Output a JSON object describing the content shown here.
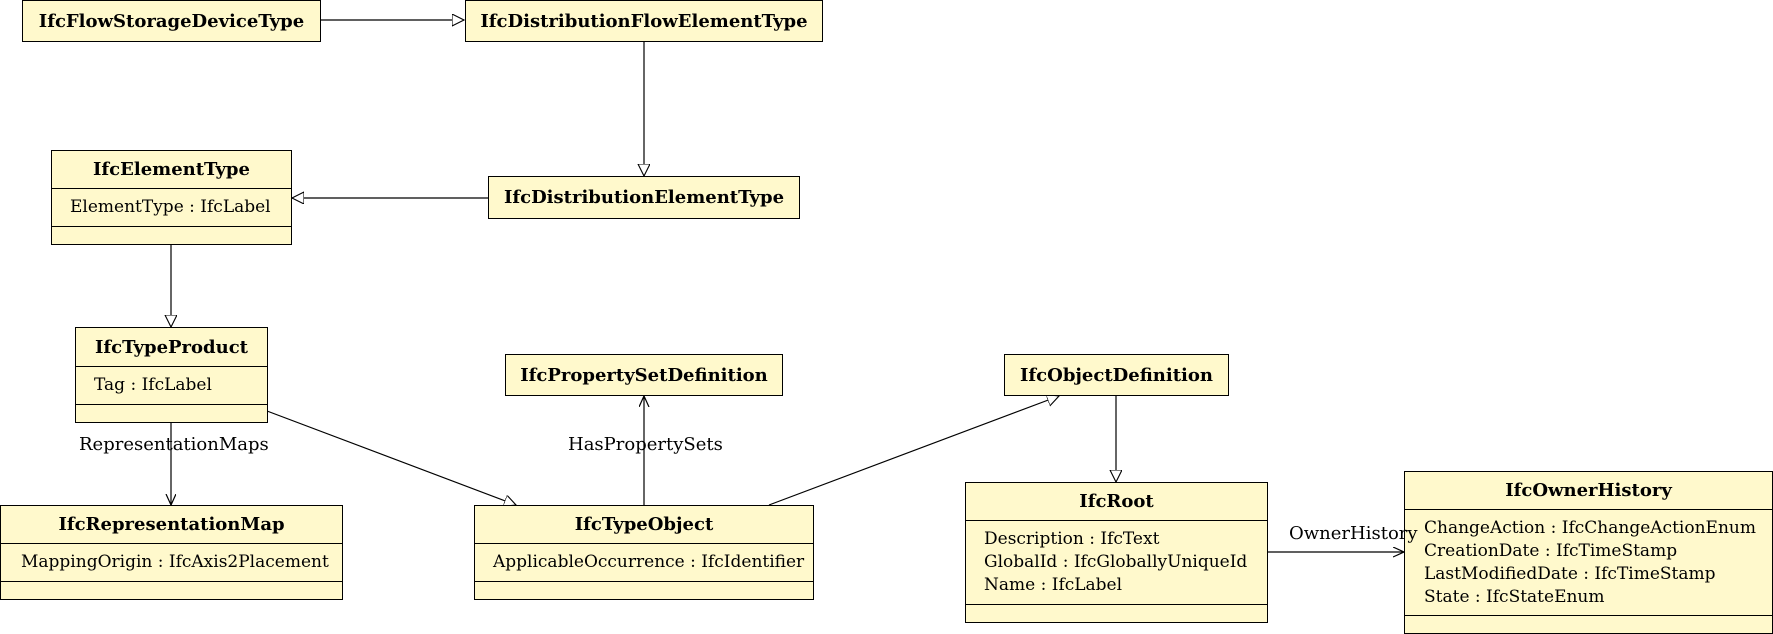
{
  "classes": {
    "flow_storage_device_type": {
      "name": "IfcFlowStorageDeviceType",
      "attributes": []
    },
    "distribution_flow_element_type": {
      "name": "IfcDistributionFlowElementType",
      "attributes": []
    },
    "element_type": {
      "name": "IfcElementType",
      "attributes": [
        "ElementType : IfcLabel"
      ]
    },
    "distribution_element_type": {
      "name": "IfcDistributionElementType",
      "attributes": []
    },
    "type_product": {
      "name": "IfcTypeProduct",
      "attributes": [
        "Tag : IfcLabel"
      ]
    },
    "property_set_definition": {
      "name": "IfcPropertySetDefinition",
      "attributes": []
    },
    "object_definition": {
      "name": "IfcObjectDefinition",
      "attributes": []
    },
    "representation_map": {
      "name": "IfcRepresentationMap",
      "attributes": [
        "MappingOrigin : IfcAxis2Placement"
      ]
    },
    "type_object": {
      "name": "IfcTypeObject",
      "attributes": [
        "ApplicableOccurrence : IfcIdentifier"
      ]
    },
    "root": {
      "name": "IfcRoot",
      "attributes": [
        "Description : IfcText",
        "GlobalId : IfcGloballyUniqueId",
        "Name : IfcLabel"
      ]
    },
    "owner_history": {
      "name": "IfcOwnerHistory",
      "attributes": [
        "ChangeAction : IfcChangeActionEnum",
        "CreationDate : IfcTimeStamp",
        "LastModifiedDate : IfcTimeStamp",
        "State : IfcStateEnum"
      ]
    }
  },
  "relations": {
    "representation_maps": "RepresentationMaps",
    "has_property_sets": "HasPropertySets",
    "owner_history": "OwnerHistory"
  },
  "colors": {
    "class_fill": "#fff9cc",
    "line": "#000000"
  }
}
